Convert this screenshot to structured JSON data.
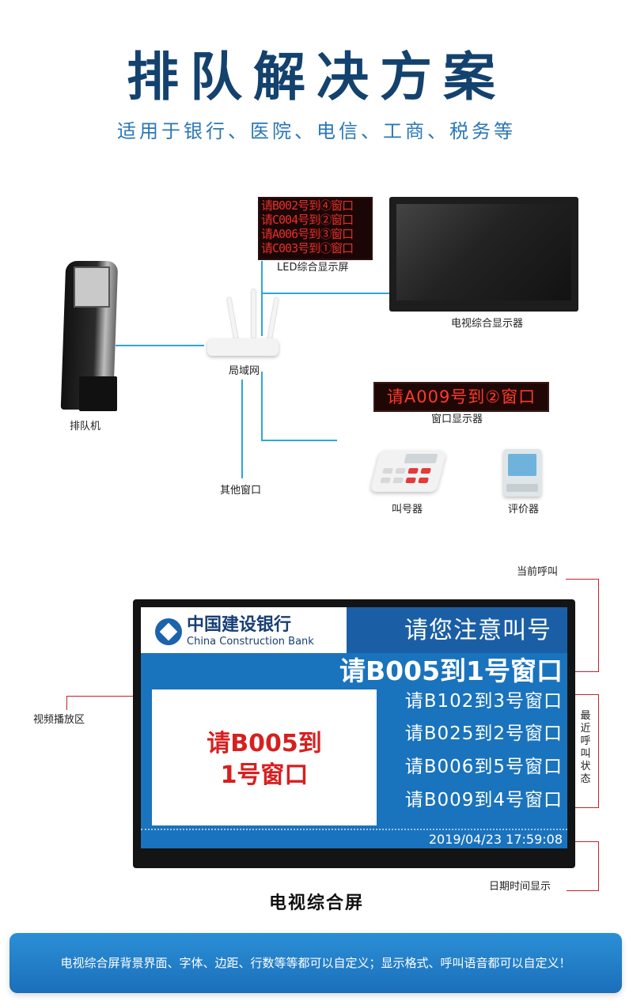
{
  "header": {
    "title": "排队解决方案",
    "subtitle": "适用于银行、医院、电信、工商、税务等"
  },
  "diagram": {
    "led_label": "LED综合显示屏",
    "led_lines": [
      "请B002号到④窗口",
      "请C004号到②窗口",
      "请A006号到③窗口",
      "请C003号到①窗口"
    ],
    "tv_label": "电视综合显示器",
    "router_label": "局域网",
    "kiosk_label": "排队机",
    "window_display_text": "请A009号到②窗口",
    "window_display_label": "窗口显示器",
    "caller_label": "叫号器",
    "evaluator_label": "评价器",
    "other_windows_label": "其他窗口"
  },
  "screen": {
    "bank_name_cn": "中国建设银行",
    "bank_name_en": "China Construction Bank",
    "notice": "请您注意叫号",
    "current_call": "请B005到1号窗口",
    "video_text_line1": "请B005到",
    "video_text_line2": "1号窗口",
    "recent_calls": [
      "请B102到3号窗口",
      "请B025到2号窗口",
      "请B006到5号窗口",
      "请B009到4号窗口"
    ],
    "datetime": "2019/04/23 17:59:08",
    "callouts": {
      "current_call": "当前呼叫",
      "video_area": "视频播放区",
      "recent_status": "最近呼叫状态",
      "datetime": "日期时间显示"
    },
    "caption": "电视综合屏"
  },
  "footer": {
    "note": "电视综合屏背景界面、字体、边距、行数等等都可以自定义；显示格式、呼叫语音都可以自定义！"
  },
  "colors": {
    "title": "#14426e",
    "subtitle": "#2a77b8",
    "connector": "#2ea6d6",
    "screen_blue": "#1a73bd",
    "callout_red": "#c2242c"
  }
}
